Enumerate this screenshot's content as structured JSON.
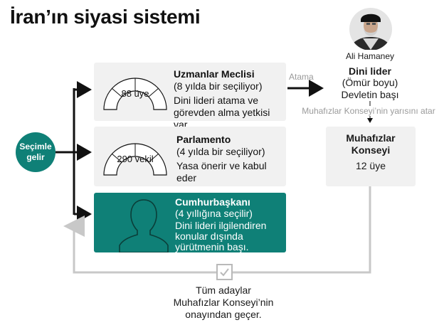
{
  "title": "İran’ın siyasi sistemi",
  "election_circle": {
    "line1": "Seçimle",
    "line2": "gelir"
  },
  "assembly": {
    "members": "88 üye",
    "name": "Uzmanlar Meclisi",
    "term": "(8 yılda bir seçiliyor)",
    "desc1": "Dini lideri atama ve",
    "desc2": "görevden alma yetkisi var"
  },
  "parliament": {
    "members": "290 vekil",
    "name": "Parlamento",
    "term": "(4 yılda bir seçiliyor)",
    "desc1": "Yasa önerir ve kabul",
    "desc2": "eder"
  },
  "president": {
    "name": "Cumhurbaşkanı",
    "term": "(4 yıllığına seçilir)",
    "desc1": "Dini lideri ilgilendiren",
    "desc2": "konular dışında",
    "desc3": "yürütmenin başı."
  },
  "appoints_label": "Atama",
  "leader": {
    "person": "Ali Hamaney",
    "role": "Dini lider",
    "tenure": "(Ömür boyu)",
    "head": "Devletin başı"
  },
  "leader_note": "Muhafızlar Konseyi’nin yarısını atar",
  "guardian_council": {
    "name1": "Muhafızlar",
    "name2": "Konseyi",
    "members": "12 üye"
  },
  "bottom_note": {
    "line1": "Tüm adaylar",
    "line2": "Muhafızlar Konseyi’nin",
    "line3": "onayından geçer."
  },
  "colors": {
    "teal": "#0f8077",
    "box_gray": "#f1f1f1",
    "line_gray": "#c8c8c8",
    "muted_text": "#9a9a9a"
  }
}
